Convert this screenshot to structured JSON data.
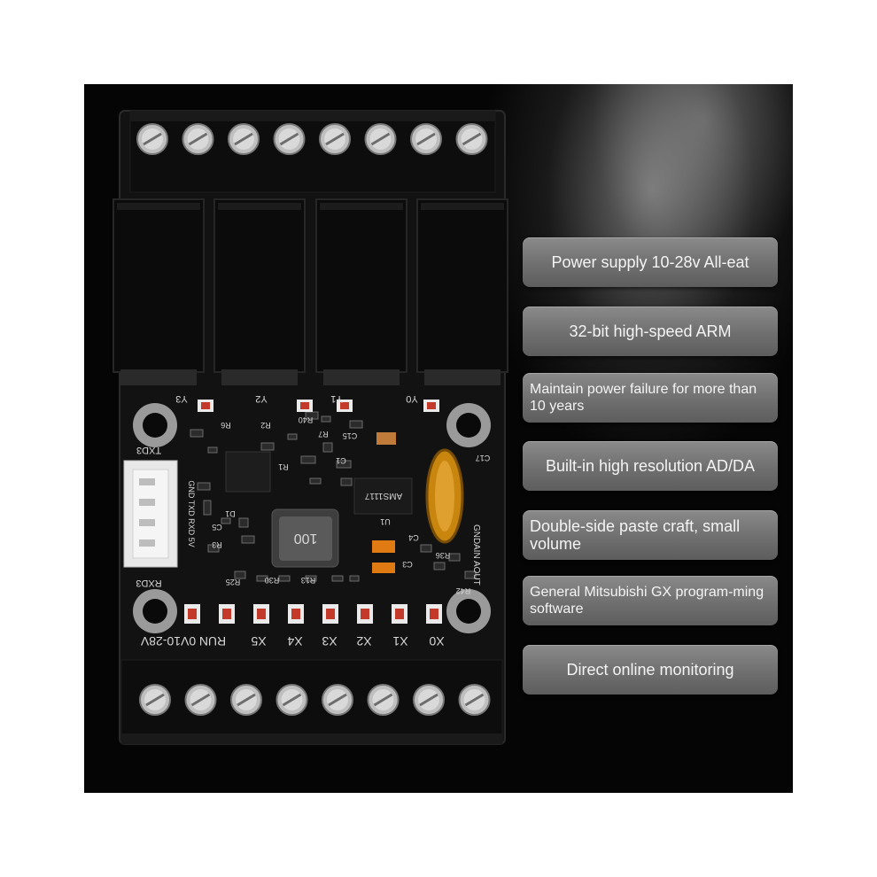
{
  "features": [
    {
      "text": "Power supply 10-28v All-eat"
    },
    {
      "text": "32-bit high-speed ARM"
    },
    {
      "text": "Maintain power failure for more than 10 years"
    },
    {
      "text": "Built-in high resolution AD/DA"
    },
    {
      "text": "Double-side paste craft, small volume"
    },
    {
      "text": "General Mitsubishi GX program-ming software"
    },
    {
      "text": "Direct online monitoring"
    }
  ],
  "board": {
    "output_labels": [
      "Y3",
      "Y2",
      "Y1",
      "Y0"
    ],
    "input_labels": [
      "0V10-28V",
      "RUN",
      "X5",
      "X4",
      "X3",
      "X2",
      "X1",
      "X0"
    ],
    "connector_labels": [
      "TXD3",
      "GND TXD RXD 5V",
      "RXD3"
    ],
    "right_side_labels": [
      "GND",
      "AIN",
      "AOUT"
    ],
    "inductor_marking": "100",
    "regulator_marking": "AMS1117",
    "component_refs": [
      "R6",
      "R2",
      "R40",
      "C15",
      "C1",
      "R7",
      "R1",
      "C17",
      "D1",
      "C5",
      "R3",
      "C4",
      "C3",
      "R36",
      "R25",
      "R30",
      "R13",
      "R42",
      "U1"
    ]
  },
  "colors": {
    "background": "#050505",
    "pcb": "#121212",
    "relay": "#0b0b0b",
    "pill": "#767676",
    "pill_text": "#f4f4f4",
    "silkscreen": "#d8d8d8",
    "capacitor": "#c8860f",
    "smd_orange": "#e07a12"
  }
}
